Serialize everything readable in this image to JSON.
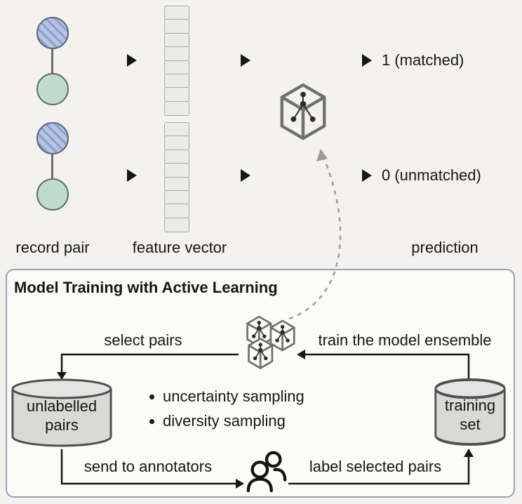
{
  "colors": {
    "background": "#f4f2ee",
    "panel_background": "#fbfbf8",
    "panel_border": "#99a1b3",
    "record_blue": "#b6c3e2",
    "record_blue_stripe": "#8ba0cc",
    "record_teal": "#bedbce",
    "vector_cell": "#ebebe9",
    "cylinder_fill": "#d9d9d7",
    "arrow_color": "#161616",
    "dashed_arrow_color": "#9b9b93",
    "cube_stroke": "#707070"
  },
  "pipeline": {
    "record_pair_label": "record pair",
    "feature_vector_label": "feature vector",
    "prediction_label": "prediction",
    "matched_output": "1 (matched)",
    "unmatched_output": "0 (unmatched)"
  },
  "training_panel": {
    "title": "Model Training with Active Learning",
    "select_pairs_label": "select pairs",
    "train_ensemble_label": "train the model ensemble",
    "bullets": [
      "uncertainty sampling",
      "diversity sampling"
    ],
    "unlabelled_db": {
      "line1": "unlabelled",
      "line2": "pairs"
    },
    "training_db": {
      "line1": "training",
      "line2": "set"
    },
    "send_annotators_label": "send to annotators",
    "label_pairs_label": "label selected pairs"
  }
}
